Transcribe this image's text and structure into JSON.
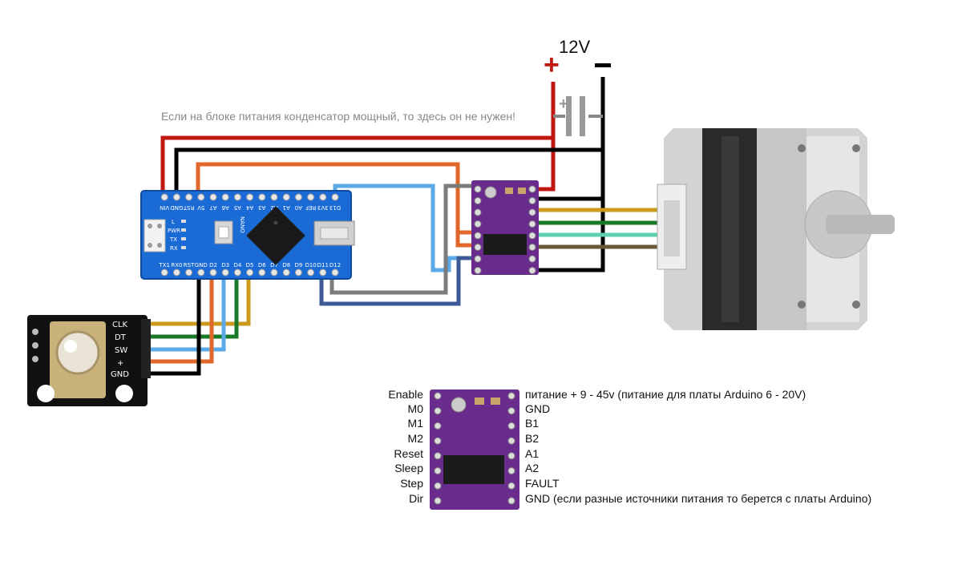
{
  "power": {
    "voltage": "12V",
    "plus": "+",
    "minus": "−"
  },
  "capacitor_note": "Если на блоке питания конденсатор мощный, то здесь он не нужен!",
  "nano": {
    "label": "NANO",
    "top_pins": [
      "D13",
      "3V3",
      "REF",
      "A0",
      "A1",
      "A2",
      "A3",
      "A4",
      "A5",
      "A6",
      "A7",
      "5V",
      "RST",
      "GND",
      "VIN"
    ],
    "bottom_pins": [
      "D12",
      "D11",
      "D10",
      "D9",
      "D8",
      "D7",
      "D6",
      "D5",
      "D4",
      "D3",
      "D2",
      "GND",
      "RST",
      "RX0",
      "TX1"
    ],
    "leds": [
      "L",
      "PWR",
      "TX",
      "RX"
    ]
  },
  "encoder": {
    "pins": [
      "CLK",
      "DT",
      "SW",
      "+",
      "GND"
    ]
  },
  "driver_pinout": {
    "left": [
      "Enable",
      "M0",
      "M1",
      "M2",
      "Reset",
      "Sleep",
      "Step",
      "Dir"
    ],
    "right": [
      "питание + 9 - 45v (питание для платы Arduino 6 - 20V)",
      "GND",
      "B1",
      "B2",
      "A1",
      "A2",
      "FAULT",
      "GND (если разные источники питания то берется с платы Arduino)"
    ]
  },
  "colors": {
    "red_wire": "#c0170f",
    "black_wire": "#000000",
    "orange_wire": "#e2672b",
    "blue_wire": "#5aa9e8",
    "gray_wire": "#7c7c7c",
    "navy_wire": "#3c5a96",
    "gold_wire": "#c99a1c",
    "green_wire": "#1b7a28",
    "teal_wire": "#5fd1b3",
    "brown_wire": "#6b5733",
    "nano_board": "#1b6bd6",
    "driver_board": "#6a2c8c"
  }
}
